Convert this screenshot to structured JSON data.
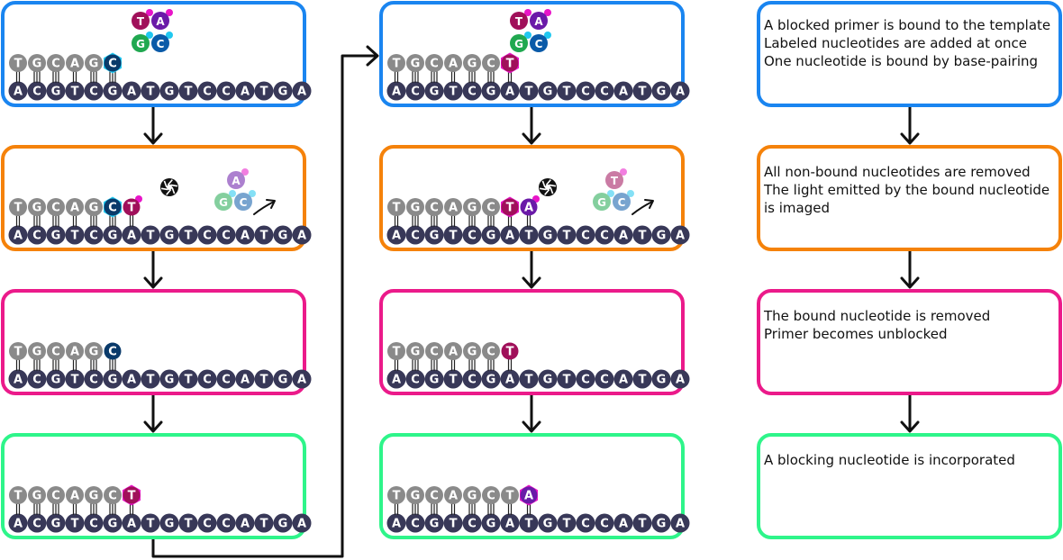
{
  "colors": {
    "blue": "#1a85f0",
    "orange": "#f5820a",
    "pink": "#eb1a8a",
    "green": "#2ef58a",
    "template_base": "#383858",
    "primer_base": "#8a8a8a",
    "nuc_T": "#a0105a",
    "nuc_A": "#6a1aa8",
    "nuc_G": "#20a850",
    "nuc_C": "#0a5aa8",
    "nuc_C_dark": "#0a3a6a",
    "tag_pink": "#e815c8",
    "tag_cyan": "#20c8f0",
    "arrow": "#111111"
  },
  "template_sequence": "ACGTCGATGTCCATGA",
  "primer_sequence": "TGCAGC",
  "free_nucleotides": [
    "T",
    "A",
    "G",
    "C"
  ],
  "camera_icon": "camera-shutter-icon",
  "washout_icon": "curved-arrow-icon",
  "descriptions": {
    "step1": [
      "A blocked primer is bound to the template",
      "Labeled nucleotides are added at once",
      "One nucleotide is bound by base-pairing"
    ],
    "step2": [
      "All non-bound nucleotides are removed",
      "The light emitted by the bound nucleotide",
      "is imaged"
    ],
    "step3": [
      "The bound nucleotide is removed",
      "Primer becomes unblocked"
    ],
    "step4": [
      "A blocking nucleotide is incorporated"
    ]
  },
  "cycles": [
    {
      "panels": [
        {
          "stage": "add",
          "primer": "TGCAG",
          "last": "C",
          "last_state": "blocked-empty",
          "free": [
            "T",
            "A",
            "G",
            "C"
          ]
        },
        {
          "stage": "image",
          "primer": "TGCAG",
          "last": "C",
          "last_state": "blocked-empty",
          "bound": "T",
          "washed": [
            "A",
            "G",
            "C"
          ]
        },
        {
          "stage": "remove",
          "primer": "TGCAG",
          "last": "C",
          "last_state": "plain"
        },
        {
          "stage": "incorporate",
          "primer": "TGCAGC",
          "last": "T",
          "last_state": "blocked"
        }
      ]
    },
    {
      "panels": [
        {
          "stage": "add",
          "primer": "TGCAGC",
          "last": "T",
          "last_state": "blocked",
          "free": [
            "T",
            "A",
            "G",
            "C"
          ]
        },
        {
          "stage": "image",
          "primer": "TGCAGC",
          "last": "T",
          "last_state": "blocked",
          "bound": "A",
          "washed": [
            "T",
            "G",
            "C"
          ]
        },
        {
          "stage": "remove",
          "primer": "TGCAGC",
          "last": "T",
          "last_state": "plain"
        },
        {
          "stage": "incorporate",
          "primer": "TGCAGCT",
          "last": "A",
          "last_state": "blocked"
        }
      ]
    }
  ]
}
